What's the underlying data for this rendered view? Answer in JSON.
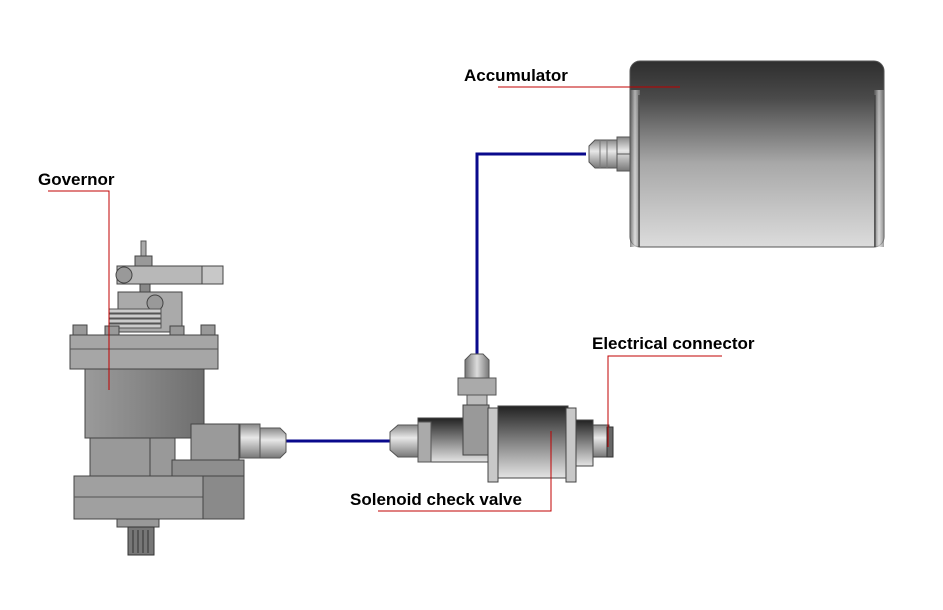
{
  "title": "Governor / solenoid check valve / accumulator hydraulic schematic",
  "labels": {
    "accumulator": "Accumulator",
    "governor": "Governor",
    "electrical_connector": "Electrical connector",
    "solenoid_check_valve": "Solenoid check valve"
  },
  "colors": {
    "pipe": "#0a0a8c",
    "leader": "#c00000",
    "metal_dark": "#3a3a3a",
    "metal_light": "#d8d8d8"
  }
}
